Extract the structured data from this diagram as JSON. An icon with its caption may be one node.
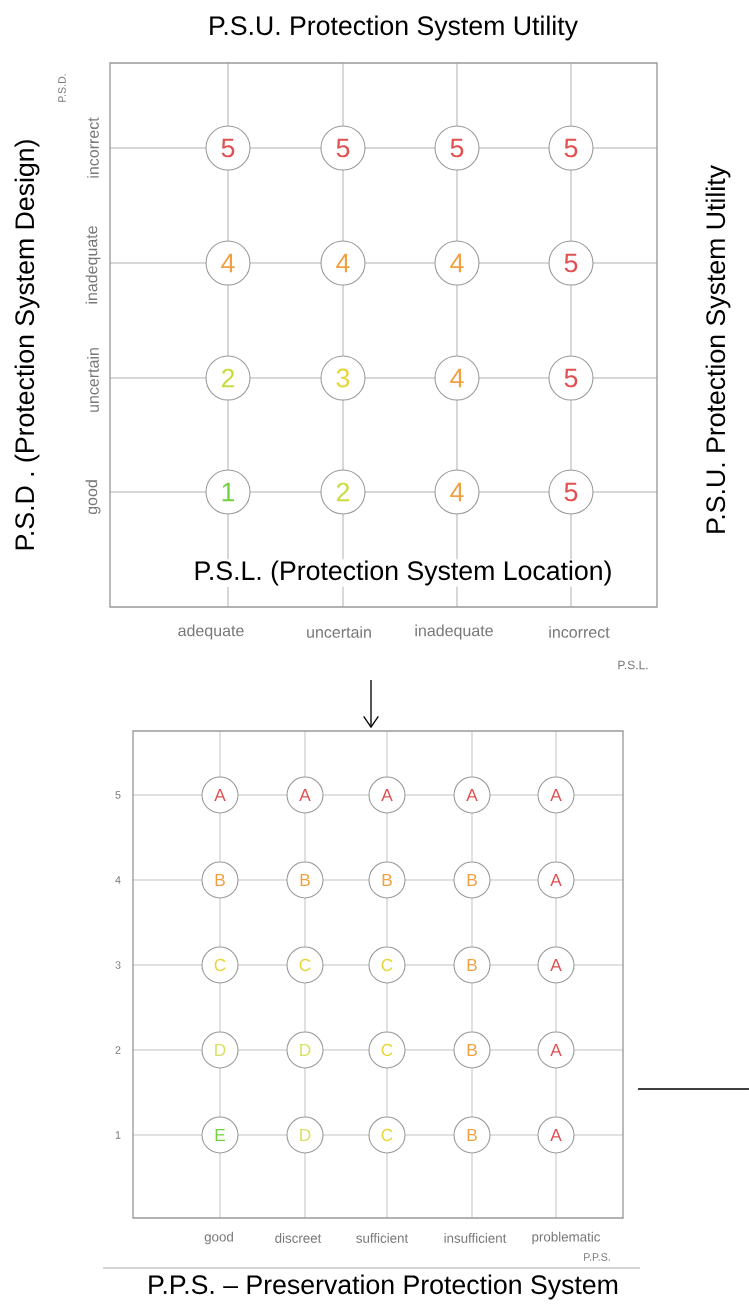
{
  "diagram": {
    "title": "P.S.U. Protection System Utility",
    "nodes": [
      {
        "text": [],
        "shape": "box"
      },
      {
        "text": [
          "5"
        ],
        "in": 0
      },
      {
        "text": [
          "5"
        ],
        "in": 0
      },
      {
        "text": [
          "5"
        ],
        "in": 0
      },
      {
        "text": [
          "5"
        ],
        "in": 0
      },
      {
        "text": [
          "4"
        ],
        "in": 0
      },
      {
        "text": [
          "4"
        ],
        "in": 0
      },
      {
        "text": [
          "4"
        ],
        "in": 0
      },
      {
        "text": [
          "5"
        ],
        "in": 0
      },
      {
        "text": [
          "2"
        ],
        "in": 0
      },
      {
        "text": [
          "3"
        ],
        "in": 0
      },
      {
        "text": [
          "4"
        ],
        "in": 0
      },
      {
        "text": [
          "5"
        ],
        "in": 0
      },
      {
        "text": [
          "1"
        ],
        "in": 0
      },
      {
        "text": [
          "2"
        ],
        "in": 0
      },
      {
        "text": [
          "4"
        ],
        "in": 0
      },
      {
        "text": [
          "5"
        ],
        "in": 0
      },
      {
        "text": [],
        "shape": "box"
      },
      {
        "text": [
          "A"
        ],
        "in": 17
      },
      {
        "text": [
          "A"
        ],
        "in": 17
      },
      {
        "text": [
          "A"
        ],
        "in": 17
      },
      {
        "text": [
          "A"
        ],
        "in": 17
      },
      {
        "text": [
          "A"
        ],
        "in": 17
      },
      {
        "text": [
          "B"
        ],
        "in": 17
      },
      {
        "text": [
          "B"
        ],
        "in": 17
      },
      {
        "text": [
          "B"
        ],
        "in": 17
      },
      {
        "text": [
          "B"
        ],
        "in": 17
      },
      {
        "text": [
          "A"
        ],
        "in": 17
      },
      {
        "text": [
          "C"
        ],
        "in": 17
      },
      {
        "text": [
          "C"
        ],
        "in": 17
      },
      {
        "text": [
          "C"
        ],
        "in": 17
      },
      {
        "text": [
          "B"
        ],
        "in": 17
      },
      {
        "text": [
          "A"
        ],
        "in": 17
      },
      {
        "text": [
          "D"
        ],
        "in": 17
      },
      {
        "text": [
          "D"
        ],
        "in": 17
      },
      {
        "text": [
          "C"
        ],
        "in": 17
      },
      {
        "text": [
          "B"
        ],
        "in": 17
      },
      {
        "text": [
          "A"
        ],
        "in": 17
      },
      {
        "text": [
          "E"
        ],
        "in": 17
      },
      {
        "text": [
          "D"
        ],
        "in": 17
      },
      {
        "text": [
          "C"
        ],
        "in": 17
      },
      {
        "text": [
          "B"
        ],
        "in": 17
      },
      {
        "text": [
          "A"
        ],
        "in": 17
      }
    ],
    "edges": [
      {
        "from": null,
        "to": 17,
        "arrow": "to"
      }
    ],
    "labels": [
      "P.S.D.",
      "P.S.D . (Protection System Design)",
      "incorrect",
      "inadequate",
      "uncertain",
      "good",
      "P.S.U. Protection System Utility",
      "P.S.L. (Protection System Location)",
      "adequate",
      "uncertain",
      "inadequate",
      "incorrect",
      "P.S.L.",
      "5",
      "4",
      "3",
      "2",
      "1",
      "good",
      "discreet",
      "sufficient",
      "insufficient",
      "problematic",
      "P.P.S.",
      "P.P.S. – Preservation Protection System"
    ]
  }
}
